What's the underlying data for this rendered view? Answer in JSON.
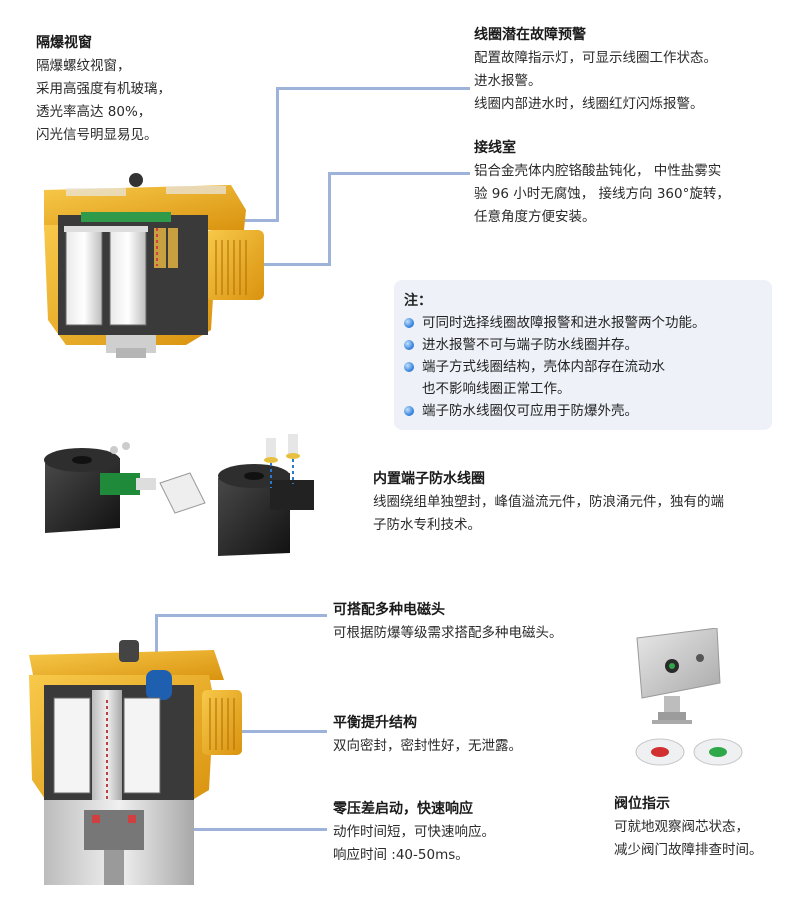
{
  "sections": {
    "explosion_window": {
      "title": "隔爆视窗",
      "lines": [
        "隔爆螺纹视窗，",
        "采用高强度有机玻璃，",
        "透光率高达 80%，",
        "闪光信号明显易见。"
      ]
    },
    "coil_fault": {
      "title": "线圈潜在故障预警",
      "lines": [
        "配置故障指示灯，可显示线圈工作状态。",
        "进水报警。",
        "线圈内部进水时，线圈红灯闪烁报警。"
      ]
    },
    "wiring_room": {
      "title": "接线室",
      "lines": [
        "铝合金壳体内腔铬酸盐钝化，  中性盐雾实",
        "验 96 小时无腐蚀，  接线方向 360°旋转，",
        "任意角度方便安装。"
      ]
    },
    "note": {
      "title": "注：",
      "items": [
        [
          "可同时选择线圈故障报警和进水报警两个功能。"
        ],
        [
          "进水报警不可与端子防水线圈并存。"
        ],
        [
          "端子方式线圈结构，壳体内部存在流动水",
          "也不影响线圈正常工作。"
        ],
        [
          "端子防水线圈仅可应用于防爆外壳。"
        ]
      ]
    },
    "terminal_coil": {
      "title": "内置端子防水线圈",
      "lines": [
        "线圈绕组单独塑封，峰值溢流元件，防浪涌元件，独有的端",
        "子防水专利技术。"
      ]
    },
    "multi_head": {
      "title": "可搭配多种电磁头",
      "lines": [
        "可根据防爆等级需求搭配多种电磁头。"
      ]
    },
    "balance": {
      "title": "平衡提升结构",
      "lines": [
        "双向密封，密封性好，无泄露。"
      ]
    },
    "zero_pressure": {
      "title": "零压差启动，快速响应",
      "lines": [
        "动作时间短，可快速响应。",
        "响应时间 :40-50ms。"
      ]
    },
    "valve_position": {
      "title": "阀位指示",
      "lines": [
        "可就地观察阀芯状态，",
        "减少阀门故障排查时间。"
      ]
    }
  },
  "colors": {
    "callout_line": "#9db3d9",
    "housing_yellow": "#f2b01e",
    "note_bg": "#eef2f8",
    "bullet_blue": "#2d7bd8"
  }
}
